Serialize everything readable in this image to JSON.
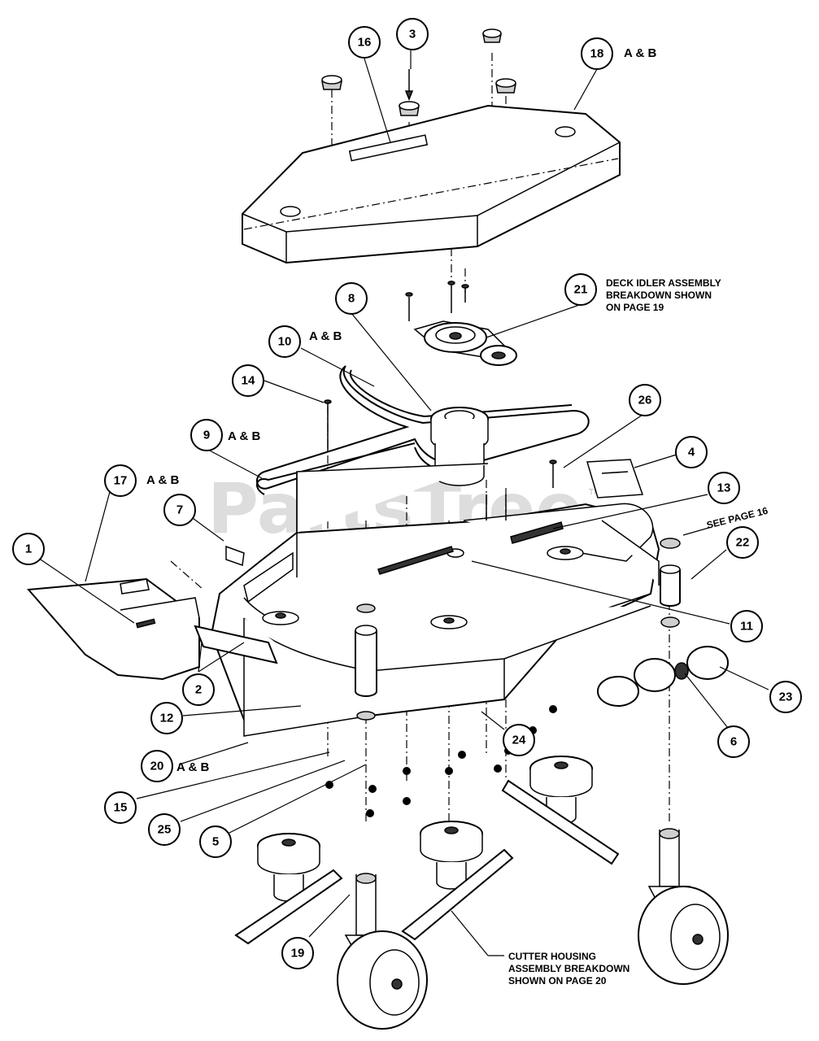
{
  "diagram": {
    "watermark": "PartsTree",
    "watermark_tm": "TM",
    "callouts": [
      {
        "id": "c1",
        "label": "1"
      },
      {
        "id": "c2",
        "label": "2"
      },
      {
        "id": "c3",
        "label": "3"
      },
      {
        "id": "c4",
        "label": "4"
      },
      {
        "id": "c5",
        "label": "5"
      },
      {
        "id": "c6",
        "label": "6"
      },
      {
        "id": "c7",
        "label": "7"
      },
      {
        "id": "c8",
        "label": "8"
      },
      {
        "id": "c9",
        "label": "9",
        "suffix": "A & B"
      },
      {
        "id": "c10",
        "label": "10",
        "suffix": "A & B"
      },
      {
        "id": "c11",
        "label": "11"
      },
      {
        "id": "c12",
        "label": "12"
      },
      {
        "id": "c13",
        "label": "13"
      },
      {
        "id": "c14",
        "label": "14"
      },
      {
        "id": "c15",
        "label": "15"
      },
      {
        "id": "c16",
        "label": "16"
      },
      {
        "id": "c17",
        "label": "17",
        "suffix": "A & B"
      },
      {
        "id": "c18",
        "label": "18",
        "suffix": "A & B"
      },
      {
        "id": "c19",
        "label": "19"
      },
      {
        "id": "c20",
        "label": "20",
        "suffix": "A & B"
      },
      {
        "id": "c21",
        "label": "21"
      },
      {
        "id": "c22",
        "label": "22"
      },
      {
        "id": "c23",
        "label": "23"
      },
      {
        "id": "c24",
        "label": "24"
      },
      {
        "id": "c25",
        "label": "25"
      },
      {
        "id": "c26",
        "label": "26"
      }
    ],
    "notes": {
      "deck_idler": [
        "DECK IDLER ASSEMBLY",
        "BREAKDOWN SHOWN",
        "ON PAGE 19"
      ],
      "see_page": "SEE PAGE 16",
      "cutter_housing": [
        "CUTTER HOUSING",
        "ASSEMBLY BREAKDOWN",
        "SHOWN ON PAGE 20"
      ]
    }
  }
}
